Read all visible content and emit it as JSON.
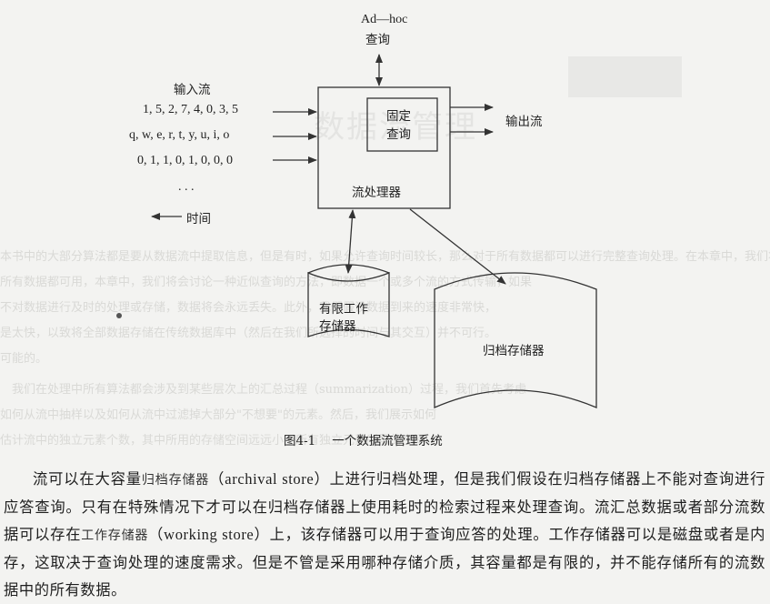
{
  "figure": {
    "adhoc_label_1": "Ad—hoc",
    "adhoc_label_2": "查询",
    "input_stream_label": "输入流",
    "input_sequences": [
      "1, 5, 2, 7, 4, 0, 3, 5",
      "q, w, e, r, t, y, u, i, o",
      "0, 1, 1, 0, 1, 0, 0, 0"
    ],
    "ellipsis": ". . .",
    "time_label": "时间",
    "standing_query_1": "固定",
    "standing_query_2": "查询",
    "processor_label": "流处理器",
    "output_stream_label": "输出流",
    "working_store_1": "有限工作",
    "working_store_2": "存储器",
    "archival_store": "归档存储器",
    "caption_number": "图4-1",
    "caption_text": "一个数据流管理系统"
  },
  "body_text": {
    "p1_a": "流可以在大容量",
    "p1_term1": "归档存储器",
    "p1_b": "（",
    "p1_en1": "archival store",
    "p1_c": "）上进行归档处理，但是我们假设在归档存储器上不能对查询进行应答查询。只有在特殊情况下才可以在归档存储器上使用耗时的检索过程来处理查询。流汇总数据或者部分流数据可以存在",
    "p1_term2": "工作存储器",
    "p1_d": "（",
    "p1_en2": "working store",
    "p1_e": "）上，该存储器可以用于查询应答的处理。工作存储器可以是磁盘或者是内存，这取决于查询处理的速度需求。但是不管是采用哪种存储介质，其容量都是有限的，并不能存储所有的流数据中的所有数据。"
  },
  "colors": {
    "paper": "#f3f3f1",
    "ink": "#222222",
    "bleed_through": "#d9d9d6"
  }
}
